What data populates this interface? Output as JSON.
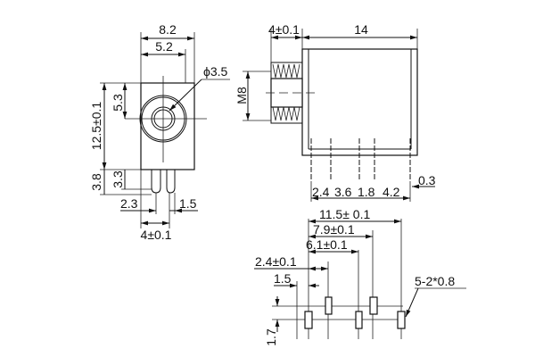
{
  "front_view": {
    "width_total": "8.2",
    "width_partial": "5.2",
    "hole_diameter": "ϕ3.5",
    "height_total": "12.5±0.1",
    "center_height": "5.3",
    "pin_length_total": "3.8",
    "pin_length": "3.3",
    "pin_offset": "2.3",
    "pin_width": "1.5",
    "pin_spacing": "4±0.1"
  },
  "side_view": {
    "thread_length": "4±0.1",
    "body_length": "14",
    "thread_size": "M8",
    "pin_pitches": [
      "2.4",
      "3.6",
      "1.8",
      "4.2"
    ],
    "pin_thickness": "0.3"
  },
  "footprint": {
    "dim_11_5": "11.5± 0.1",
    "dim_7_9": "7.9±0.1",
    "dim_6_1": "6.1±0.1",
    "dim_2_4": "2.4±0.1",
    "dim_1_5": "1.5",
    "dim_1_7": "1.7",
    "hole_spec": "5-2*0.8"
  }
}
